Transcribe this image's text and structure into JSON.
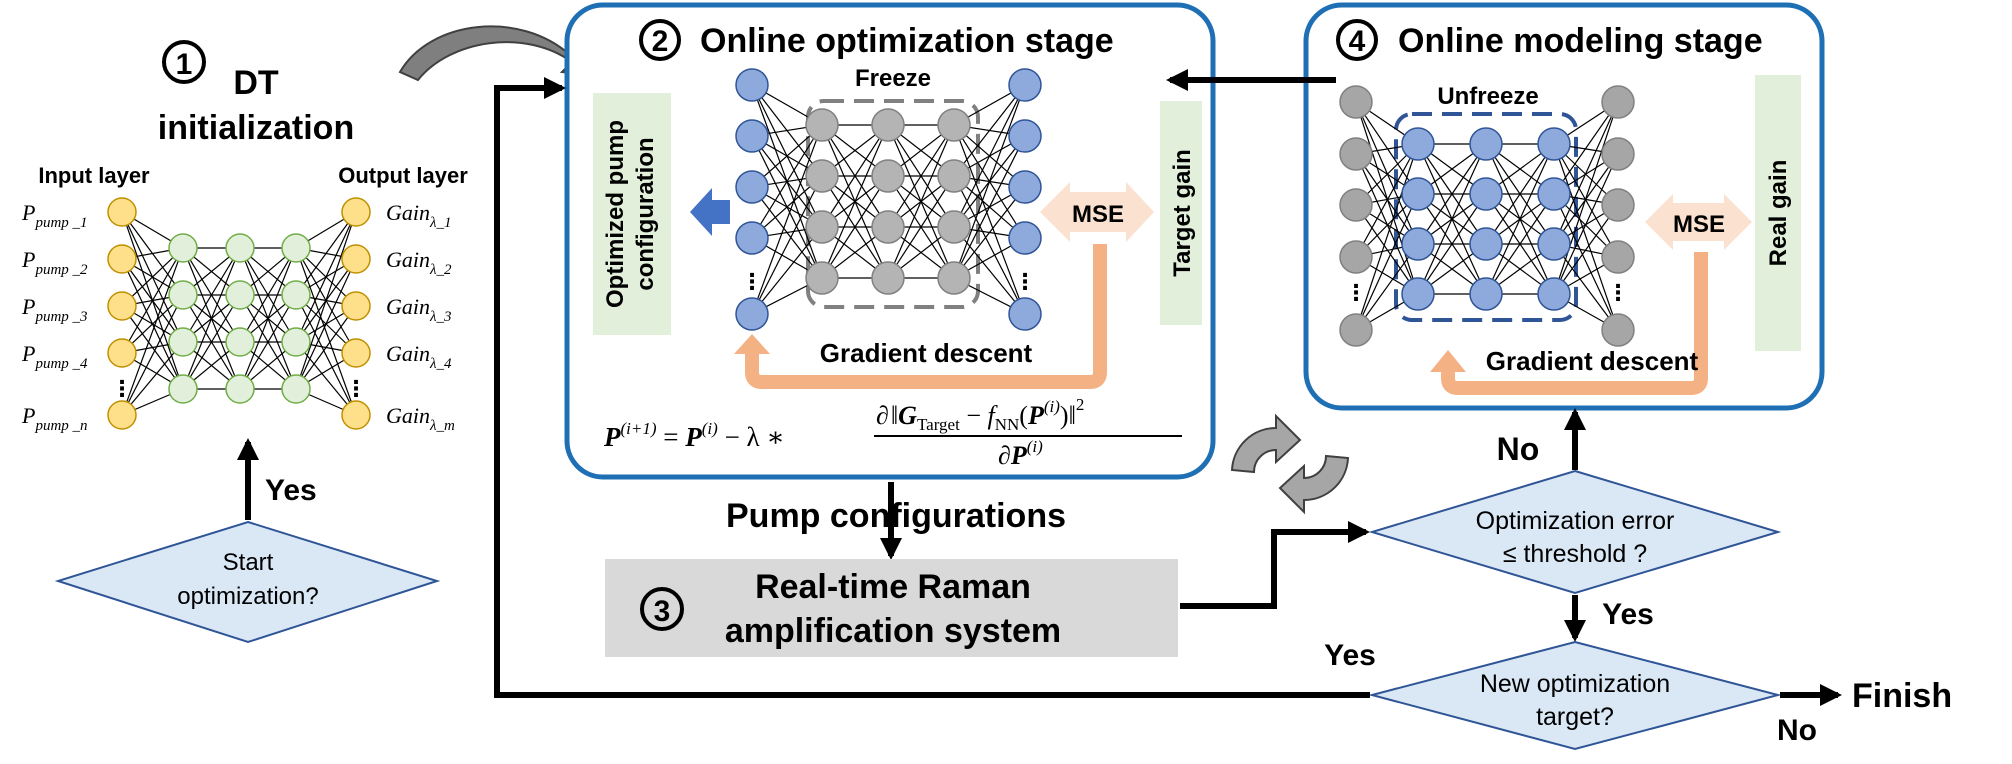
{
  "stage1": {
    "number": "1",
    "title_line1": "DT",
    "title_line2": "initialization",
    "input_label": "Input layer",
    "output_label": "Output layer",
    "inputs": [
      {
        "base": "P",
        "sub": "pump _1"
      },
      {
        "base": "P",
        "sub": "pump _2"
      },
      {
        "base": "P",
        "sub": "pump _3"
      },
      {
        "base": "P",
        "sub": "pump _4"
      },
      {
        "base": "P",
        "sub": "pump _n"
      }
    ],
    "outputs": [
      {
        "base": "Gain",
        "sub": "λ_1"
      },
      {
        "base": "Gain",
        "sub": "λ_2"
      },
      {
        "base": "Gain",
        "sub": "λ_3"
      },
      {
        "base": "Gain",
        "sub": "λ_4"
      },
      {
        "base": "Gain",
        "sub": "λ_m"
      }
    ],
    "ellipsis": "⋮",
    "yes": "Yes",
    "decision_line1": "Start",
    "decision_line2": "optimization?"
  },
  "stage2": {
    "number": "2",
    "title": "Online optimization stage",
    "freeze": "Freeze",
    "left_label_line1": "Optimized pump",
    "left_label_line2": "configuration",
    "right_label": "Target gain",
    "mse": "MSE",
    "gradient": "Gradient descent",
    "ellipsis": "⋮",
    "formula": {
      "lhs": "P",
      "lhs_sup": "(i+1)",
      "eq": " = ",
      "p": "P",
      "p_sup": "(i)",
      "minus_lambda": " − λ ∗ ",
      "num_partial": "∂",
      "num_g": "G",
      "num_g_sub": "Target",
      "num_minus": " − ",
      "num_f": "f",
      "num_f_sub": "NN",
      "num_open": "(",
      "num_p": "P",
      "num_p_sup": "(i)",
      "num_close": ")",
      "num_sq": "2",
      "den_partial": "∂",
      "den_p": "P",
      "den_sup": "(i)"
    }
  },
  "stage3": {
    "number": "3",
    "pump_label": "Pump configurations",
    "line1": "Real-time Raman",
    "line2": "amplification system"
  },
  "stage4": {
    "number": "4",
    "title": "Online modeling stage",
    "unfreeze": "Unfreeze",
    "mse": "MSE",
    "gradient": "Gradient descent",
    "right_label": "Real gain",
    "ellipsis": "⋮",
    "no": "No"
  },
  "decisions": {
    "error_line1": "Optimization error",
    "error_line2": "≤ threshold ?",
    "error_yes": "Yes",
    "target_line1": "New optimization",
    "target_line2": "target?",
    "target_yes": "Yes",
    "target_no": "No",
    "finish": "Finish"
  },
  "colors": {
    "stage_border": "#1f6fb5",
    "node_blue": "#8ea9db",
    "node_gray": "#b4b4b4",
    "node_dark_gray": "#a6a6a6",
    "node_yellow": "#ffe08a",
    "node_green": "#e2efda",
    "label_green": "#e2efda",
    "mse_peach": "#fbe1cf",
    "gradient_orange": "#f4b183",
    "decision_fill": "#dae8f5",
    "raman_fill": "#d9d9d9",
    "arrow_blue": "#4472c4"
  }
}
